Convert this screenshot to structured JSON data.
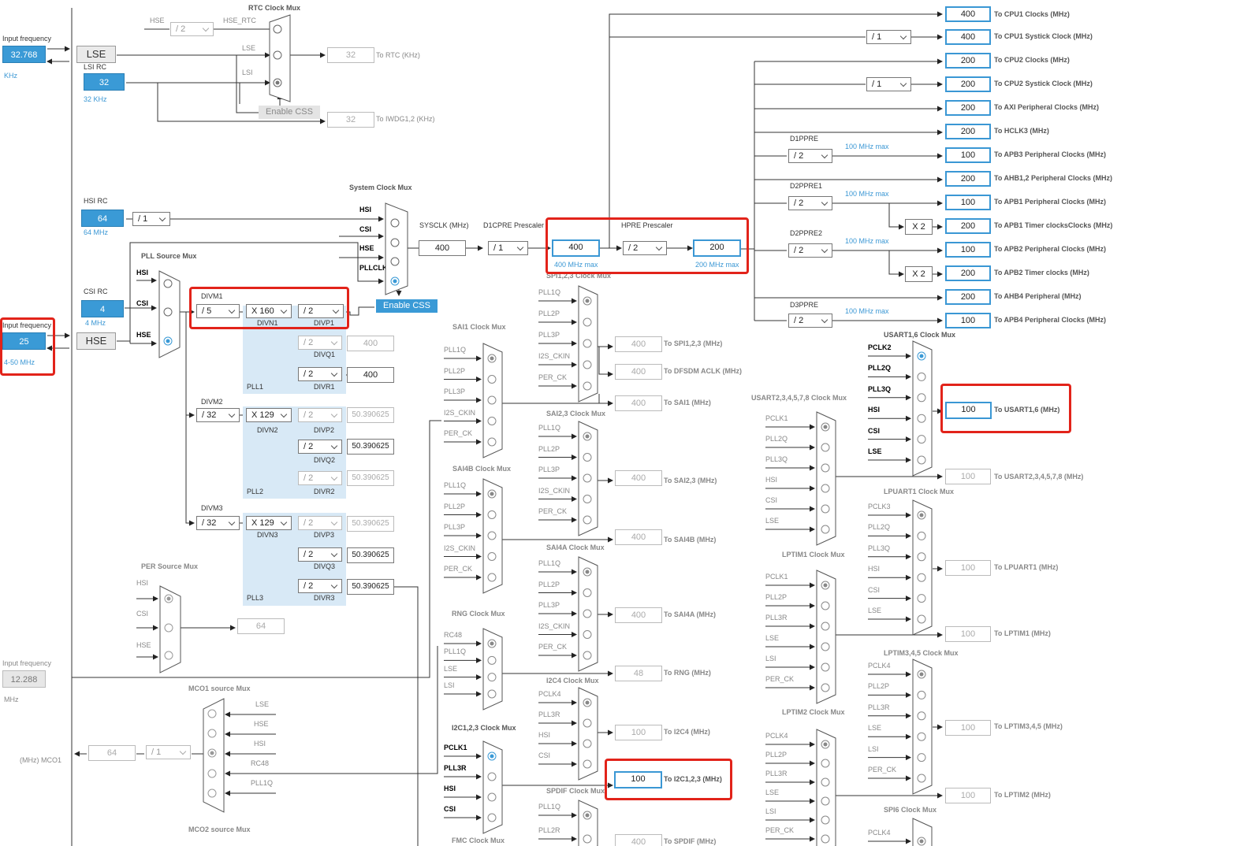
{
  "inputs": {
    "lse_freq": {
      "label": "Input frequency",
      "value": "32.768",
      "unit": "KHz"
    },
    "hse_freq": {
      "label": "Input frequency",
      "value": "25",
      "unit": "4-50 MHz"
    },
    "ext_freq": {
      "label": "Input frequency",
      "value": "12.288",
      "unit": "MHz"
    }
  },
  "oscillators": {
    "lse": "LSE",
    "hse": "HSE",
    "lsi": {
      "title": "LSI RC",
      "value": "32",
      "unit": "32 KHz"
    },
    "hsi": {
      "title": "HSI RC",
      "value": "64",
      "unit": "64 MHz"
    },
    "csi": {
      "title": "CSI RC",
      "value": "4",
      "unit": "4 MHz"
    }
  },
  "rtc": {
    "mux_title": "RTC Clock Mux",
    "hse_label": "HSE",
    "div": "/ 2",
    "hse_rtc": "HSE_RTC",
    "lse": "LSE",
    "lsi": "LSI",
    "out_rtc": "32",
    "out_rtc_label": "To RTC (KHz)",
    "out_iwdg": "32",
    "out_iwdg_label": "To IWDG1,2 (KHz)",
    "enable_css": "Enable CSS"
  },
  "hsi_div": "/ 1",
  "sysmux": {
    "title": "System Clock Mux",
    "inputs": [
      "HSI",
      "CSI",
      "HSE",
      "PLLCLK"
    ],
    "enable_css": "Enable CSS",
    "sysclk_label": "SYSCLK (MHz)",
    "sysclk": "400",
    "d1cpre_label": "D1CPRE Prescaler",
    "d1cpre": "/ 1",
    "cpu": "400",
    "cpu_max": "400 MHz max",
    "hpre_label": "HPRE Prescaler",
    "hpre": "/ 2",
    "ahb": "200",
    "ahb_max": "200 MHz max"
  },
  "pll": {
    "src_title": "PLL Source Mux",
    "src_inputs": [
      "HSI",
      "CSI",
      "HSE"
    ],
    "pll1": {
      "divm_label": "DIVM1",
      "divm": "/ 5",
      "divn": "X 160",
      "divn_label": "DIVN1",
      "divp": "/ 2",
      "divp_label": "DIVP1",
      "divq": "/ 2",
      "divq_label": "DIVQ1",
      "q_out": "400",
      "divr": "/ 2",
      "divr_label": "DIVR1",
      "r_out": "400",
      "name": "PLL1"
    },
    "pll2": {
      "divm_label": "DIVM2",
      "divm": "/ 32",
      "divn": "X 129",
      "divn_label": "DIVN2",
      "divp": "/ 2",
      "divp_label": "DIVP2",
      "p_out": "50.390625",
      "divq": "/ 2",
      "divq_label": "DIVQ2",
      "q_out": "50.390625",
      "divr": "/ 2",
      "divr_label": "DIVR2",
      "r_out": "50.390625",
      "name": "PLL2"
    },
    "pll3": {
      "divm_label": "DIVM3",
      "divm": "/ 32",
      "divn": "X 129",
      "divn_label": "DIVN3",
      "divp": "/ 2",
      "divp_label": "DIVP3",
      "p_out": "50.390625",
      "divq": "/ 2",
      "divq_label": "DIVQ3",
      "q_out": "50.390625",
      "divr": "/ 2",
      "divr_label": "DIVR3",
      "r_out": "50.390625",
      "name": "PLL3"
    }
  },
  "per": {
    "title": "PER Source Mux",
    "inputs": [
      "HSI",
      "CSI",
      "HSE"
    ],
    "out": "64"
  },
  "mco": {
    "mco1_title": "MCO1 source Mux",
    "inputs": [
      "LSE",
      "HSE",
      "HSI",
      "RC48",
      "PLL1Q"
    ],
    "out": "64",
    "div": "/ 1",
    "label": "(MHz) MCO1",
    "mco2_title": "MCO2 source Mux"
  },
  "bus": {
    "cpu1": {
      "value": "400",
      "label": "To CPU1 Clocks (MHz)"
    },
    "cpu1_div": "/ 1",
    "cpu1_systick": {
      "value": "400",
      "label": "To CPU1 Systick Clock (MHz)"
    },
    "cpu2": {
      "value": "200",
      "label": "To CPU2 Clocks (MHz)"
    },
    "cpu2_div": "/ 1",
    "cpu2_systick": {
      "value": "200",
      "label": "To CPU2 Systick Clock (MHz)"
    },
    "axi": {
      "value": "200",
      "label": "To AXI Peripheral Clocks (MHz)"
    },
    "hclk3": {
      "value": "200",
      "label": "To HCLK3 (MHz)"
    },
    "d1ppre_label": "D1PPRE",
    "d1ppre": "/ 2",
    "apb3_max": "100 MHz max",
    "apb3": {
      "value": "100",
      "label": "To APB3 Peripheral Clocks (MHz)"
    },
    "ahb12": {
      "value": "200",
      "label": "To AHB1,2 Peripheral Clocks (MHz)"
    },
    "d2ppre1_label": "D2PPRE1",
    "d2ppre1": "/ 2",
    "apb1_max": "100 MHz max",
    "apb1": {
      "value": "100",
      "label": "To APB1 Peripheral Clocks (MHz)"
    },
    "x2_a": "X 2",
    "apb1_timer": {
      "value": "200",
      "label": "To APB1 Timer clocksClocks (MHz)"
    },
    "d2ppre2_label": "D2PPRE2",
    "d2ppre2": "/ 2",
    "apb2_max": "100 MHz max",
    "apb2": {
      "value": "100",
      "label": "To APB2 Peripheral Clocks (MHz)"
    },
    "x2_b": "X 2",
    "apb2_timer": {
      "value": "200",
      "label": "To APB2 Timer clocks (MHz)"
    },
    "ahb4": {
      "value": "200",
      "label": "To AHB4 Peripheral (MHz)"
    },
    "d3ppre_label": "D3PPRE",
    "d3ppre": "/ 2",
    "apb4_max": "100 MHz max",
    "apb4": {
      "value": "100",
      "label": "To APB4 Peripheral Clocks (MHz)"
    }
  },
  "periph": {
    "spi123": {
      "title": "SPI1,2,3 Clock Mux",
      "inputs": [
        "PLL1Q",
        "PLL2P",
        "PLL3P",
        "I2S_CKIN",
        "PER_CK"
      ],
      "out": "400",
      "label": "To SPI1,2,3 (MHz)"
    },
    "dfsdm": {
      "out": "400",
      "label": "To DFSDM ACLK (MHz)"
    },
    "sai1": {
      "title": "SAI1 Clock Mux",
      "inputs": [
        "PLL1Q",
        "PLL2P",
        "PLL3P",
        "I2S_CKIN",
        "PER_CK"
      ],
      "out": "400",
      "label": "To SAI1 (MHz)"
    },
    "sai23": {
      "title": "SAI2,3 Clock Mux",
      "inputs": [
        "PLL1Q",
        "PLL2P",
        "PLL3P",
        "I2S_CKIN",
        "PER_CK"
      ],
      "out": "400",
      "label": "To SAI2,3 (MHz)"
    },
    "sai4b": {
      "title": "SAI4B Clock Mux",
      "inputs": [
        "PLL1Q",
        "PLL2P",
        "PLL3P",
        "I2S_CKIN",
        "PER_CK"
      ],
      "out": "400",
      "label": "To SAI4B (MHz)"
    },
    "sai4a": {
      "title": "SAI4A Clock Mux",
      "inputs": [
        "PLL1Q",
        "PLL2P",
        "PLL3P",
        "I2S_CKIN",
        "PER_CK"
      ],
      "out": "400",
      "label": "To SAI4A (MHz)"
    },
    "rng": {
      "title": "RNG Clock Mux",
      "inputs": [
        "RC48",
        "PLL1Q",
        "LSE",
        "LSI"
      ],
      "out": "48",
      "label": "To RNG (MHz)"
    },
    "i2c4": {
      "title": "I2C4 Clock Mux",
      "inputs": [
        "PCLK4",
        "PLL3R",
        "HSI",
        "CSI"
      ],
      "out": "100",
      "label": "To I2C4 (MHz)"
    },
    "i2c123": {
      "title": "I2C1,2,3 Clock Mux",
      "inputs": [
        "PCLK1",
        "PLL3R",
        "HSI",
        "CSI"
      ],
      "out": "100",
      "label": "To I2C1,2,3 (MHz)"
    },
    "spdif": {
      "title": "SPDIF Clock Mux",
      "inputs": [
        "PLL1Q",
        "PLL2R"
      ],
      "out": "400",
      "label": "To SPDIF (MHz)"
    },
    "fmc": {
      "title": "FMC Clock Mux"
    },
    "usart16": {
      "title": "USART1,6 Clock Mux",
      "inputs": [
        "PCLK2",
        "PLL2Q",
        "PLL3Q",
        "HSI",
        "CSI",
        "LSE"
      ],
      "out": "100",
      "label": "To USART1,6 (MHz)"
    },
    "usart2": {
      "title": "USART2,3,4,5,7,8 Clock Mux",
      "inputs": [
        "PCLK1",
        "PLL2Q",
        "PLL3Q",
        "HSI",
        "CSI",
        "LSE"
      ],
      "out": "100",
      "label": "To USART2,3,4,5,7,8 (MHz)"
    },
    "lpuart1": {
      "title": "LPUART1 Clock Mux",
      "inputs": [
        "PCLK3",
        "PLL2Q",
        "PLL3Q",
        "HSI",
        "CSI",
        "LSE"
      ],
      "out": "100",
      "label": "To LPUART1 (MHz)"
    },
    "lptim1": {
      "title": "LPTIM1 Clock Mux",
      "inputs": [
        "PCLK1",
        "PLL2P",
        "PLL3R",
        "LSE",
        "LSI",
        "PER_CK"
      ],
      "out": "100",
      "label": "To LPTIM1 (MHz)"
    },
    "lptim345": {
      "title": "LPTIM3,4,5 Clock Mux",
      "inputs": [
        "PCLK4",
        "PLL2P",
        "PLL3R",
        "LSE",
        "LSI",
        "PER_CK"
      ],
      "out": "100",
      "label": "To LPTIM3,4,5 (MHz)"
    },
    "lptim2": {
      "title": "LPTIM2 Clock Mux",
      "inputs": [
        "PCLK4",
        "PLL2P",
        "PLL3R",
        "LSE",
        "LSI",
        "PER_CK"
      ],
      "out": "100",
      "label": "To LPTIM2 (MHz)"
    },
    "spi6": {
      "title": "SPI6 Clock Mux",
      "inputs": [
        "PCLK4"
      ]
    }
  },
  "colors": {
    "accent": "#3a9ad6",
    "highlight": "#e2231a",
    "pll_bg": "#d8e9f6"
  }
}
